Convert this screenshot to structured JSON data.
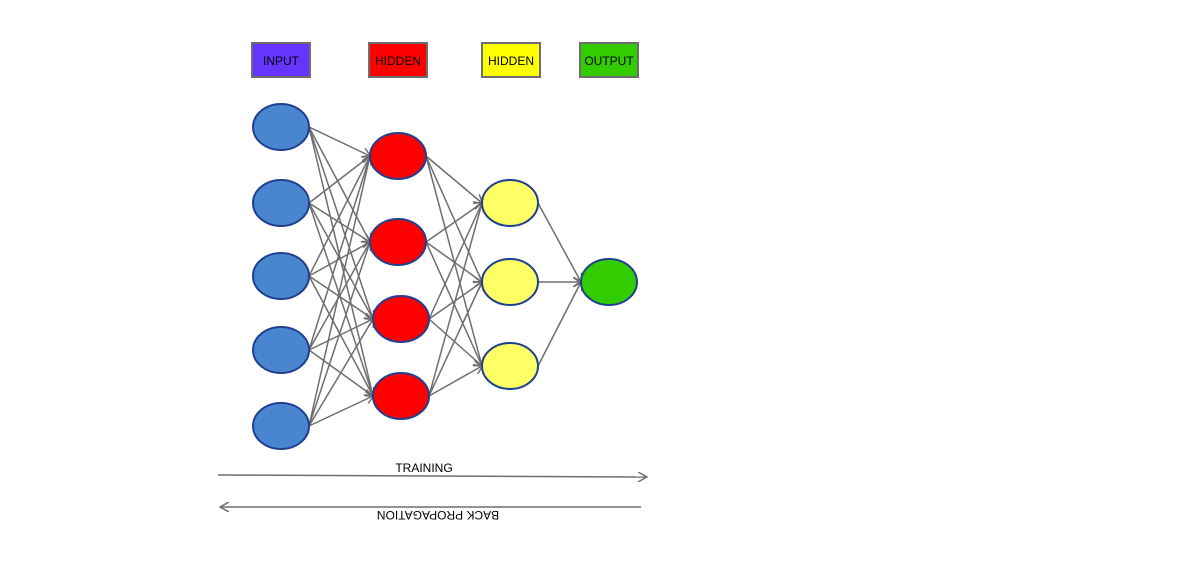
{
  "legend": [
    {
      "label": "INPUT",
      "color": "#6633ff"
    },
    {
      "label": "HIDDEN",
      "color": "#ff0000"
    },
    {
      "label": "HIDDEN",
      "color": "#ffff00"
    },
    {
      "label": "OUTPUT",
      "color": "#33cc00"
    }
  ],
  "layers": [
    {
      "name": "input",
      "nodes": 5,
      "fill": "#4a86cf"
    },
    {
      "name": "hidden1",
      "nodes": 4,
      "fill": "#ff0000"
    },
    {
      "name": "hidden2",
      "nodes": 3,
      "fill": "#ffff66"
    },
    {
      "name": "output",
      "nodes": 1,
      "fill": "#33cc00"
    }
  ],
  "arrows": {
    "training_label": "TRAINING",
    "backprop_label": "BACK PROPAGATION"
  },
  "colors": {
    "edge": "#6e6e6e",
    "node_stroke": "#1f3f8f",
    "legend_stroke": "#6e6e6e"
  }
}
